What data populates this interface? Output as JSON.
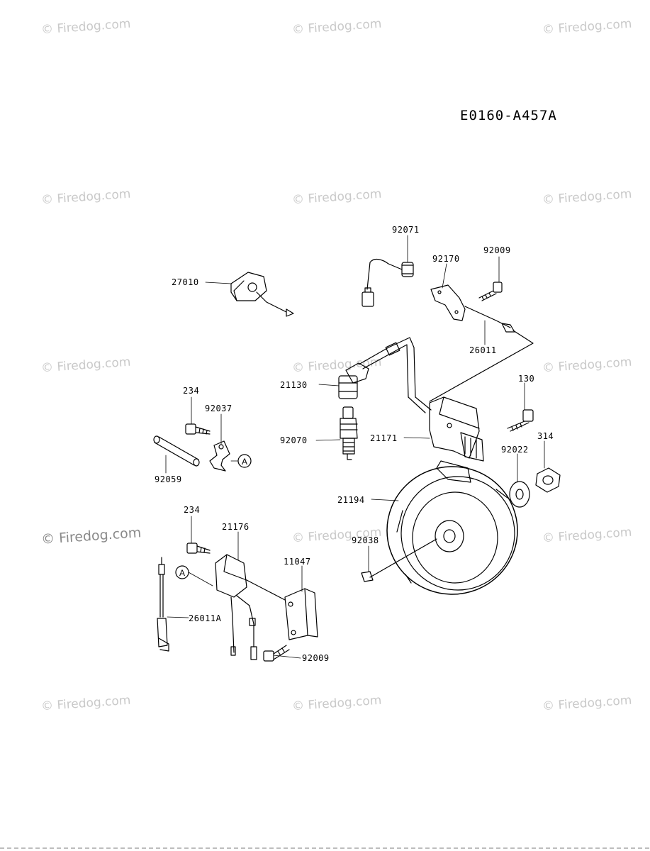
{
  "watermark": "© Firedog.com",
  "diagram_code": "E0160-A457A",
  "callout_letter": "A",
  "parts": [
    "27010",
    "92071",
    "92170",
    "92009",
    "26011",
    "21130",
    "234",
    "92037",
    "92070",
    "21171",
    "130",
    "314",
    "92022",
    "92059",
    "21194",
    "234",
    "21176",
    "92038",
    "11047",
    "26011A",
    "92009"
  ]
}
